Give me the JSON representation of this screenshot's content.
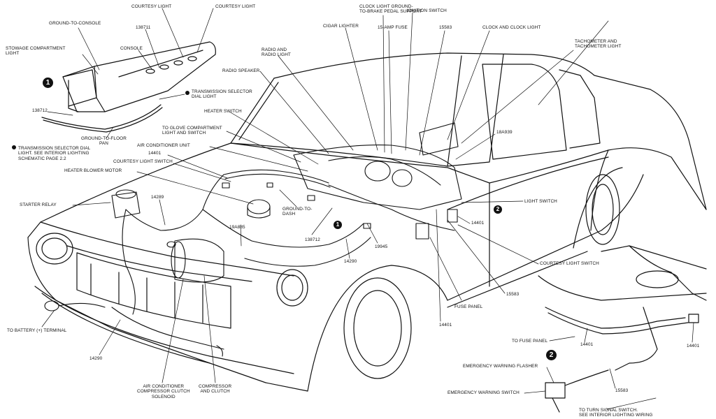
{
  "colors": {
    "ink": "#111111",
    "paper": "#ffffff",
    "badge_fill": "#111111",
    "badge_text": "#ffffff"
  },
  "icons": {
    "inset_callout": "filled-circle-number",
    "star_note": "star-bullet"
  },
  "badges": {
    "one": "1",
    "two": "2"
  },
  "labels": {
    "courtesy_light_a": "COURTESY LIGHT",
    "courtesy_light_b": "COURTESY LIGHT",
    "ground_to_console": "GROUND-TO-CONSOLE",
    "p138711": "138711",
    "stowage_light": "STOWAGE COMPARTMENT\nLIGHT",
    "console": "CONSOLE",
    "trans_selector_dial": "TRANSMISSION SELECTOR\nDIAL LIGHT",
    "p138712_a": "138712",
    "ground_to_floor": "GROUND-TO-FLOOR\nPAN",
    "trans_note": "TRANSMISSION SELECTOR DIAL\nLIGHT. SEE INTERIOR LIGHTING\nSCHEMATIC PAGE 2.2",
    "cigar_lighter": "CIGAR LIGHTER",
    "radio_light": "RADIO AND\nRADIO LIGHT",
    "radio_speaker": "RADIO SPEAKER",
    "heater_switch": "HEATER SWITCH",
    "glove_comp": "TO GLOVE COMPARTMENT\nLIGHT AND SWITCH",
    "air_cond_unit": "AIR CONDITIONER UNIT",
    "p14401_a": "14401",
    "courtesy_light_switch_a": "COURTESY LIGHT SWITCH",
    "heater_blower": "HEATER BLOWER MOTOR",
    "clock_ground": "CLOCK LIGHT GROUND-\nTO-BRAKE PEDAL SUPPORT",
    "fuse_15": "15-AMP FUSE",
    "ignition_switch": "IGNITION SWITCH",
    "p15583_a": "15583",
    "clock_light": "CLOCK AND CLOCK LIGHT",
    "tachometer": "TACHOMETER AND\nTACHOMETER LIGHT",
    "p18a939": "18A939",
    "starter_relay": "STARTER RELAY",
    "p14289": "14289",
    "ground_to_dash": "GROUND-TO-\nDASH",
    "p19a885": "19A885",
    "p138712_b": "138712",
    "p14290_a": "14290",
    "p19945": "19945",
    "light_switch": "LIGHT SWITCH",
    "p14401_b": "14401",
    "courtesy_light_switch_b": "COURTESY LIGHT SWITCH",
    "p15583_b": "15583",
    "fuse_panel": "FUSE PANEL",
    "p14401_c": "14401",
    "to_battery": "TO BATTERY (+) TERMINAL",
    "p14290_b": "14290",
    "ac_clutch": "AIR CONDITIONER\nCOMPRESSOR CLUTCH\nSOLENOID",
    "compressor": "COMPRESSOR\nAND CLUTCH",
    "to_fuse_panel": "TO FUSE PANEL",
    "p14401_d": "14401",
    "p14401_e": "14401",
    "emerg_flasher": "EMERGENCY WARNING FLASHER",
    "emerg_switch": "EMERGENCY WARNING SWITCH",
    "p15583_c": "15583",
    "turn_signal": "TO TURN SIGNAL SWITCH.\nSEE INTERIOR LIGHTING WIRING"
  }
}
